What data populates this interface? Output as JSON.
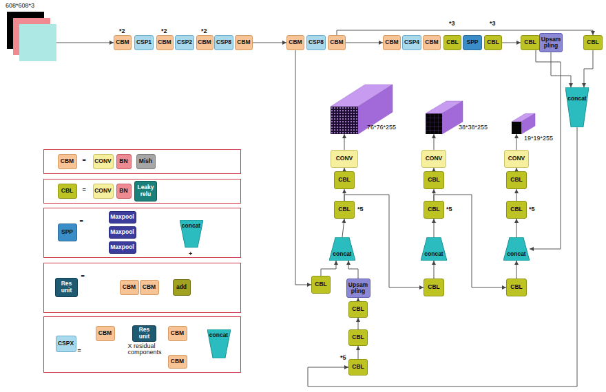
{
  "diagram": {
    "nodes": [
      {
        "text": [
          "608*608*3"
        ]
      },
      {
        "text": [
          "CBM"
        ]
      },
      {
        "text": [
          "CSP1"
        ]
      },
      {
        "text": [
          "CBM"
        ]
      },
      {
        "text": [
          "CSP2"
        ]
      },
      {
        "text": [
          "CBM"
        ]
      },
      {
        "text": [
          "CSP8"
        ]
      },
      {
        "text": [
          "CBM"
        ]
      },
      {
        "text": [
          "CBM"
        ]
      },
      {
        "text": [
          "CSP8"
        ]
      },
      {
        "text": [
          "CBM"
        ]
      },
      {
        "text": [
          "CBM"
        ]
      },
      {
        "text": [
          "CSP4"
        ]
      },
      {
        "text": [
          "CBM"
        ]
      },
      {
        "text": [
          "CBL"
        ]
      },
      {
        "text": [
          "SPP"
        ]
      },
      {
        "text": [
          "CBL"
        ]
      },
      {
        "text": [
          "CBL"
        ]
      },
      {
        "text": [
          "Upsam pling"
        ]
      },
      {
        "text": [
          "CBL"
        ]
      },
      {
        "text": [
          "concat"
        ]
      },
      {
        "text": [
          "76*76*255"
        ]
      },
      {
        "text": [
          "38*38*255"
        ]
      },
      {
        "text": [
          "19*19*255"
        ]
      },
      {
        "text": [
          "CONV"
        ]
      },
      {
        "text": [
          "CBL"
        ]
      },
      {
        "text": [
          "CBL"
        ]
      },
      {
        "text": [
          "concat"
        ]
      },
      {
        "text": [
          "CBL"
        ]
      },
      {
        "text": [
          "Upsam pling"
        ]
      },
      {
        "text": [
          "CBL"
        ]
      },
      {
        "text": [
          "CBL"
        ]
      },
      {
        "text": [
          "CBL"
        ]
      },
      {
        "text": [
          "CONV"
        ]
      },
      {
        "text": [
          "CBL"
        ]
      },
      {
        "text": [
          "CBL"
        ]
      },
      {
        "text": [
          "concat"
        ]
      },
      {
        "text": [
          "CBL"
        ]
      },
      {
        "text": [
          "CONV"
        ]
      },
      {
        "text": [
          "CBL"
        ]
      },
      {
        "text": [
          "CBL"
        ]
      },
      {
        "text": [
          "concat"
        ]
      },
      {
        "text": [
          "CBL"
        ]
      },
      {
        "text": [
          "="
        ]
      },
      {
        "text": [
          "CBM"
        ],
        "in": 43
      },
      {
        "text": [
          "CONV"
        ],
        "in": 43
      },
      {
        "text": [
          "BN"
        ],
        "in": 43
      },
      {
        "text": [
          "Mish"
        ],
        "in": 43
      },
      {
        "text": [
          "="
        ]
      },
      {
        "text": [
          "CBL"
        ],
        "in": 48
      },
      {
        "text": [
          "CONV"
        ],
        "in": 48
      },
      {
        "text": [
          "BN"
        ],
        "in": 48
      },
      {
        "text": [
          "Leaky relu"
        ],
        "in": 48
      },
      {
        "text": [
          "="
        ]
      },
      {
        "text": [
          "SPP"
        ],
        "in": 53
      },
      {
        "text": [
          "Maxpool"
        ],
        "in": 53
      },
      {
        "text": [
          "Maxpool"
        ],
        "in": 53
      },
      {
        "text": [
          "Maxpool"
        ],
        "in": 53
      },
      {
        "text": [
          "concat"
        ],
        "in": 53
      },
      {
        "text": [
          "="
        ]
      },
      {
        "text": [
          "Res unit"
        ],
        "in": 59
      },
      {
        "text": [
          "CBM"
        ],
        "in": 59
      },
      {
        "text": [
          "CBM"
        ],
        "in": 59
      },
      {
        "text": [
          "add"
        ],
        "in": 59
      },
      {
        "text": [
          "=",
          "X residual components"
        ]
      },
      {
        "text": [
          "CSPX"
        ],
        "in": 64
      },
      {
        "text": [
          "CBM"
        ],
        "in": 64
      },
      {
        "text": [
          "Res unit"
        ],
        "in": 64
      },
      {
        "text": [
          "CBM"
        ],
        "in": 64
      },
      {
        "text": [
          "CBM"
        ],
        "in": 64
      },
      {
        "text": [
          "concat"
        ],
        "in": 64
      }
    ],
    "edges": [
      {
        "from": 0,
        "to": 1,
        "arrow": "to"
      },
      {
        "from": 7,
        "to": 8,
        "arrow": "to"
      },
      {
        "from": 10,
        "to": 11,
        "arrow": "to"
      },
      {
        "from": 16,
        "to": 17,
        "arrow": "to"
      },
      {
        "from": 10,
        "to": 19,
        "arrow": "to"
      },
      {
        "from": 19,
        "to": 20,
        "arrow": "to"
      },
      {
        "from": 18,
        "to": 20,
        "arrow": "to"
      },
      {
        "from": 20,
        "to": 32,
        "arrow": "to"
      },
      {
        "from": 32,
        "to": 31,
        "arrow": "to"
      },
      {
        "from": 31,
        "to": 30,
        "arrow": "to"
      },
      {
        "from": 30,
        "to": 29,
        "arrow": "to"
      },
      {
        "from": 29,
        "to": 27,
        "arrow": "to"
      },
      {
        "from": 8,
        "to": 28,
        "arrow": "to"
      },
      {
        "from": 28,
        "to": 27,
        "arrow": "to"
      },
      {
        "from": 27,
        "to": 26,
        "arrow": "to"
      },
      {
        "from": 26,
        "to": 25,
        "arrow": "to"
      },
      {
        "from": 25,
        "to": 24,
        "arrow": "to"
      },
      {
        "from": 24,
        "to": 21,
        "arrow": "to"
      },
      {
        "from": 26,
        "to": 37,
        "arrow": "to"
      },
      {
        "from": 37,
        "to": 36,
        "arrow": "to"
      },
      {
        "from": 36,
        "to": 35,
        "arrow": "to"
      },
      {
        "from": 35,
        "to": 34,
        "arrow": "to"
      },
      {
        "from": 34,
        "to": 33,
        "arrow": "to"
      },
      {
        "from": 33,
        "to": 22,
        "arrow": "to"
      },
      {
        "from": 35,
        "to": 42,
        "arrow": "to"
      },
      {
        "from": 42,
        "to": 41,
        "arrow": "to"
      },
      {
        "from": 17,
        "to": 41,
        "arrow": "to"
      },
      {
        "from": 41,
        "to": 40,
        "arrow": "to"
      },
      {
        "from": 40,
        "to": 39,
        "arrow": "to"
      },
      {
        "from": 39,
        "to": 38,
        "arrow": "to"
      },
      {
        "from": 38,
        "to": 23,
        "arrow": "to"
      },
      {
        "from": 54,
        "to": 55,
        "arrow": "to"
      },
      {
        "from": 54,
        "to": 56,
        "arrow": "to"
      },
      {
        "from": 54,
        "to": 57,
        "arrow": "to"
      },
      {
        "from": 55,
        "to": 58,
        "arrow": "to"
      },
      {
        "from": 56,
        "to": 58,
        "arrow": "to"
      },
      {
        "from": 57,
        "to": 58,
        "arrow": "to"
      },
      {
        "from": 60,
        "to": 61,
        "arrow": "to"
      },
      {
        "from": 62,
        "to": 63,
        "arrow": "to"
      },
      {
        "from": 60,
        "to": 63,
        "arrow": "to"
      },
      {
        "from": 65,
        "to": 66,
        "arrow": "to"
      },
      {
        "from": 66,
        "to": 67,
        "arrow": "to"
      },
      {
        "from": 67,
        "to": 68,
        "arrow": "to"
      },
      {
        "from": 68,
        "to": 70,
        "arrow": "to"
      },
      {
        "from": 65,
        "to": 69,
        "arrow": "to"
      },
      {
        "from": 69,
        "to": 70,
        "arrow": "to"
      }
    ],
    "labels": [
      "*2",
      "*2",
      "*2",
      "*3",
      "*3",
      "*5",
      "*5",
      "*5",
      "*5",
      "+"
    ]
  }
}
